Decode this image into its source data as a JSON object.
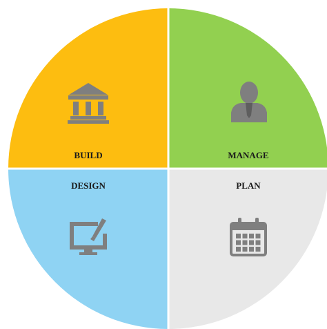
{
  "diagram": {
    "colors": {
      "divider": "#ffffff",
      "icon": "#7f7f7f"
    },
    "quadrants": [
      {
        "key": "build",
        "label": "BUILD",
        "icon": "bank-icon",
        "color": "#fdbd10"
      },
      {
        "key": "manage",
        "label": "MANAGE",
        "icon": "user-icon",
        "color": "#92d050"
      },
      {
        "key": "design",
        "label": "DESIGN",
        "icon": "monitor-pen-icon",
        "color": "#8fd3f3"
      },
      {
        "key": "plan",
        "label": "PLAN",
        "icon": "calendar-icon",
        "color": "#e8e8e8"
      }
    ]
  }
}
